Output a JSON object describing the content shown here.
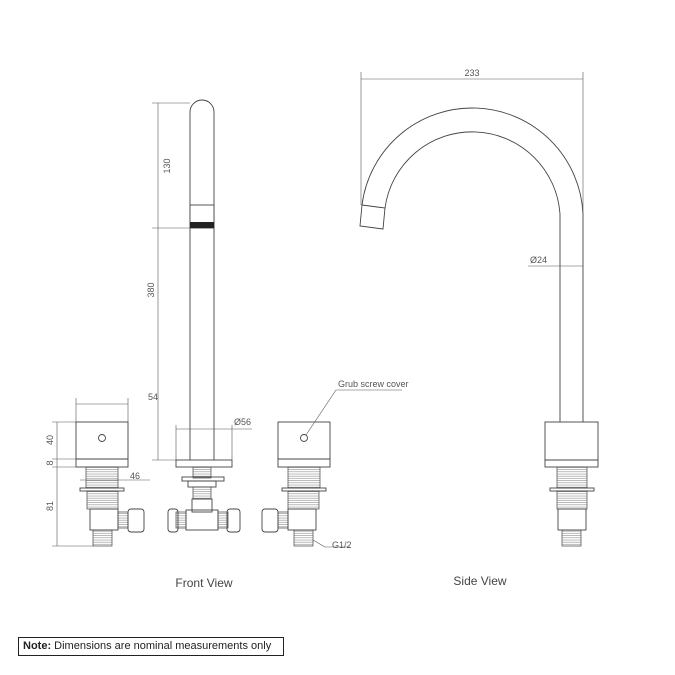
{
  "dimensions": {
    "spout_width": "233",
    "spout_diameter": "Ø24",
    "nozzle_height": "130",
    "spout_height": "380",
    "handle_width": "54",
    "base_diameter": "Ø56",
    "handle_height": "40",
    "band_height": "8",
    "thread_width": "46",
    "body_height": "81",
    "thread_size": "G1/2"
  },
  "annotations": {
    "grub_screw": "Grub screw cover"
  },
  "views": {
    "front": "Front View",
    "side": "Side View"
  },
  "note": {
    "label": "Note:",
    "text": " Dimensions are nominal measurements only"
  }
}
